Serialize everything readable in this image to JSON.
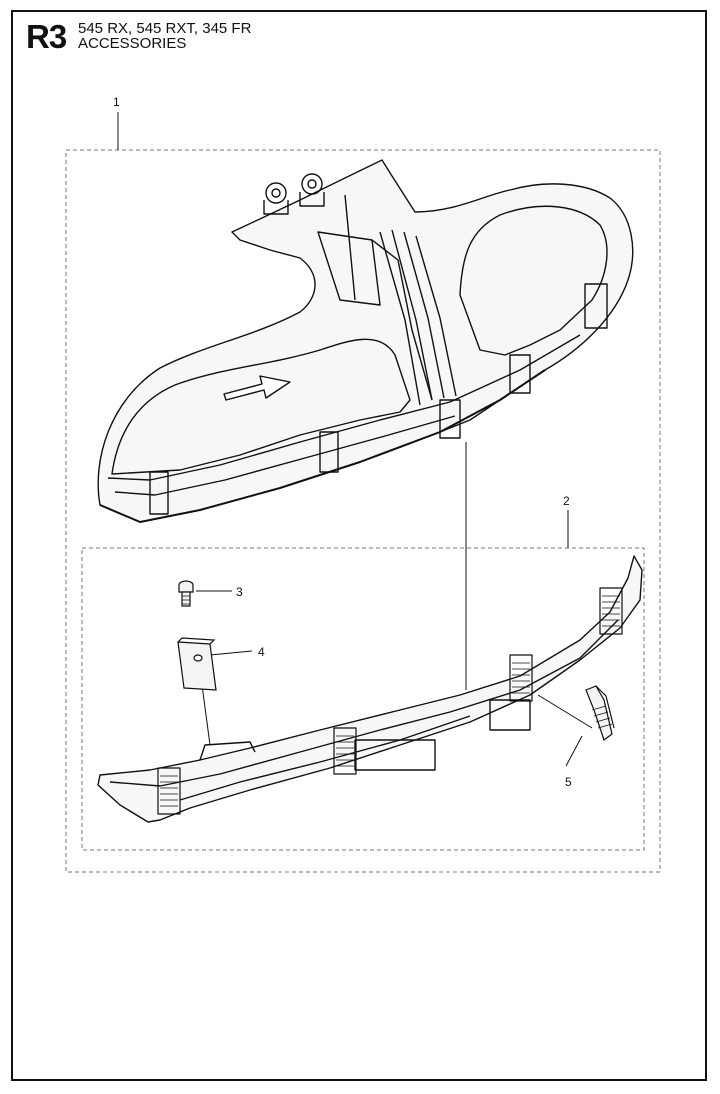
{
  "header": {
    "section_code": "R3",
    "models": "545 RX, 545 RXT, 345 FR",
    "title": "ACCESSORIES"
  },
  "callouts": [
    {
      "id": "1",
      "label": "1"
    },
    {
      "id": "2",
      "label": "2"
    },
    {
      "id": "3",
      "label": "3"
    },
    {
      "id": "4",
      "label": "4"
    },
    {
      "id": "5",
      "label": "5"
    }
  ]
}
